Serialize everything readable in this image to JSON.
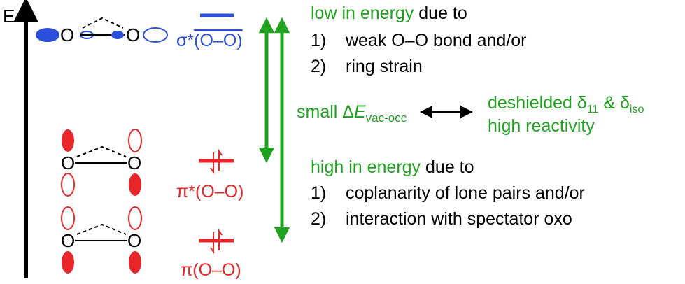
{
  "colors": {
    "black": "#000000",
    "green": "#1fa21f",
    "blue": "#2b4fd8",
    "red": "#e8262a"
  },
  "axis": {
    "label": "E"
  },
  "atoms": {
    "o": "O"
  },
  "levels": {
    "sigma_star": {
      "prefix": "σ*",
      "bond": "(O–O)"
    },
    "pi_star": {
      "prefix": "π*",
      "bond": "(O–O)"
    },
    "pi": {
      "prefix": "π",
      "bond": "(O–O)"
    }
  },
  "low_energy": {
    "lead": "low in energy",
    "tail": " due to",
    "items": [
      {
        "num": "1)",
        "text": "weak O–O bond and/or"
      },
      {
        "num": "2)",
        "text": "ring strain"
      }
    ]
  },
  "gap": {
    "small": "small Δ",
    "E": "E",
    "sub": "vac-occ"
  },
  "consequence": {
    "line1_main": "deshielded δ",
    "line1_sub1": "11",
    "line1_amp": " & δ",
    "line1_sub2": "iso",
    "line2": "high reactivity"
  },
  "high_energy": {
    "lead": "high in energy",
    "tail": " due to",
    "items": [
      {
        "num": "1)",
        "text": "coplanarity of lone pairs and/or"
      },
      {
        "num": "2)",
        "text": "interaction with spectator oxo"
      }
    ]
  }
}
